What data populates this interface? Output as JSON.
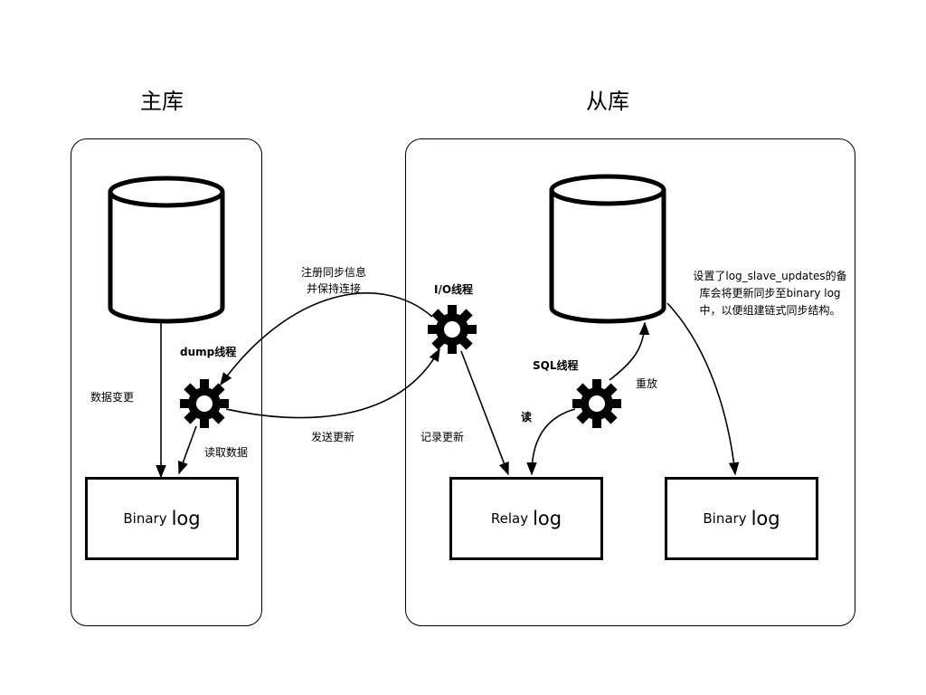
{
  "master": {
    "title": "主库",
    "binlog": {
      "prefix": "Binary",
      "suffix": "log"
    },
    "dump_thread": "dump线程",
    "data_change": "数据变更",
    "read_data": "读取数据"
  },
  "slave": {
    "title": "从库",
    "io_thread": "I/O线程",
    "sql_thread": "SQL线程",
    "relay_log": {
      "prefix": "Relay",
      "suffix": "log"
    },
    "binlog": {
      "prefix": "Binary",
      "suffix": "log"
    },
    "record_update": "记录更新",
    "read": "读",
    "replay": "重放",
    "note_lines": [
      "设置了log_slave_updates的备",
      "库会将更新同步至binary log",
      "中，以便组建链式同步结构。"
    ]
  },
  "links": {
    "register_lines": [
      "注册同步信息",
      "并保持连接"
    ],
    "send_update": "发送更新"
  },
  "icons": {
    "database": "database-cylinder-icon",
    "thread": "gear-icon"
  }
}
